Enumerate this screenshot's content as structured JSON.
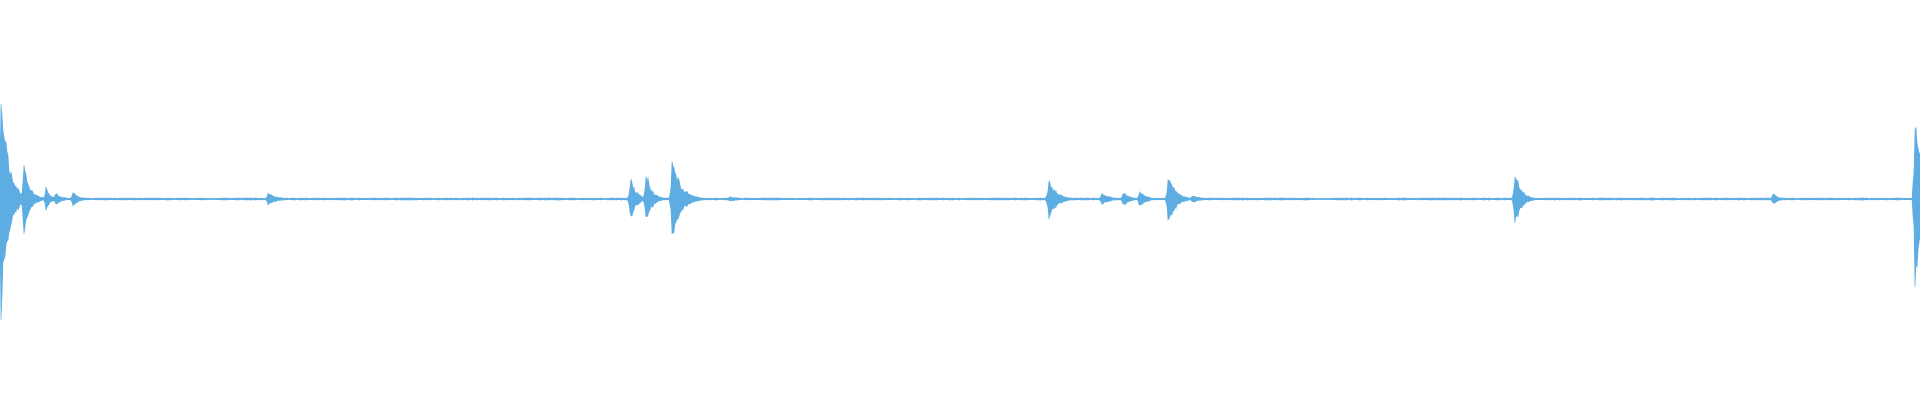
{
  "waveform": {
    "color": "#5dade2",
    "background": "#ffffff",
    "amplitude_scale": 1.0,
    "events": [
      {
        "t": 0.0005,
        "amp": 1.0,
        "decay": 0.0035,
        "osc": 0.0
      },
      {
        "t": 0.0125,
        "amp": 0.33,
        "decay": 0.0028,
        "osc": 0.0
      },
      {
        "t": 0.024,
        "amp": 0.1,
        "decay": 0.002,
        "osc": 0.0
      },
      {
        "t": 0.029,
        "amp": 0.05,
        "decay": 0.003,
        "osc": 0.0
      },
      {
        "t": 0.038,
        "amp": 0.06,
        "decay": 0.003,
        "osc": 0.0
      },
      {
        "t": 0.1395,
        "amp": 0.05,
        "decay": 0.0045,
        "osc": 0.0
      },
      {
        "t": 0.3285,
        "amp": 0.2,
        "decay": 0.0025,
        "osc": 0.0
      },
      {
        "t": 0.3365,
        "amp": 0.22,
        "decay": 0.0028,
        "osc": 0.0
      },
      {
        "t": 0.35,
        "amp": 0.33,
        "decay": 0.0045,
        "osc": 0.0
      },
      {
        "t": 0.38,
        "amp": 0.02,
        "decay": 0.005,
        "osc": 0.0
      },
      {
        "t": 0.5462,
        "amp": 0.16,
        "decay": 0.004,
        "osc": 0.0
      },
      {
        "t": 0.5738,
        "amp": 0.05,
        "decay": 0.004,
        "osc": 0.0
      },
      {
        "t": 0.585,
        "amp": 0.06,
        "decay": 0.003,
        "osc": 0.0
      },
      {
        "t": 0.5935,
        "amp": 0.06,
        "decay": 0.0035,
        "osc": 0.0
      },
      {
        "t": 0.6085,
        "amp": 0.22,
        "decay": 0.0035,
        "osc": 0.0
      },
      {
        "t": 0.621,
        "amp": 0.03,
        "decay": 0.004,
        "osc": 0.0
      },
      {
        "t": 0.789,
        "amp": 0.24,
        "decay": 0.003,
        "osc": 0.0
      },
      {
        "t": 0.9235,
        "amp": 0.05,
        "decay": 0.0025,
        "osc": 0.0
      },
      {
        "t": 0.9975,
        "amp": 0.8,
        "decay": 0.003,
        "osc": 0.0
      }
    ],
    "noise_floor": 0.006,
    "gaps": [
      [
        0.107,
        0.112
      ],
      [
        0.684,
        0.694
      ]
    ]
  }
}
